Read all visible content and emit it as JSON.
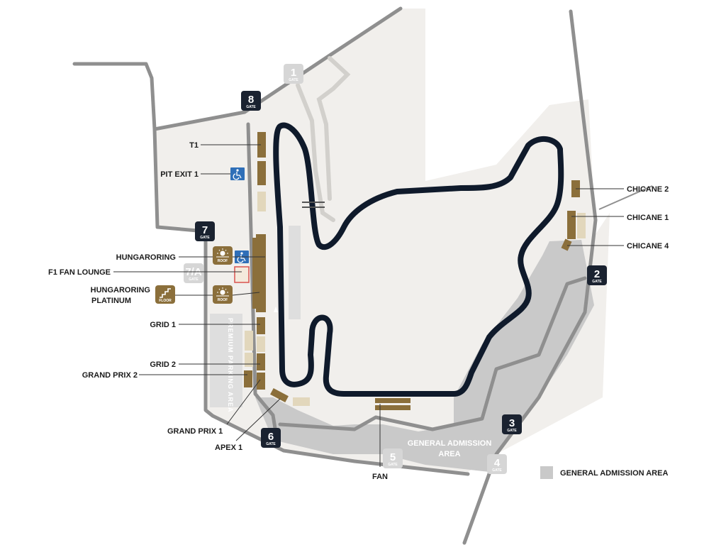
{
  "colors": {
    "ground": "#f1efec",
    "general_admission": "#c9c9c9",
    "road": "#8f8f8f",
    "track": "#0f1a2b",
    "stand": "#8b6f3b",
    "stand_light": "#e2d7bc",
    "gate_dark": "#1a2230",
    "gate_light": "#d6d6d6",
    "accessible": "#2f6fb8",
    "lounge": "#d9534f",
    "parking": "#dedede"
  },
  "gates": [
    {
      "id": "gate-1",
      "number": "1",
      "word": "GATE",
      "style": "light"
    },
    {
      "id": "gate-2",
      "number": "2",
      "word": "GATE",
      "style": "dark"
    },
    {
      "id": "gate-3",
      "number": "3",
      "word": "GATE",
      "style": "dark"
    },
    {
      "id": "gate-4",
      "number": "4",
      "word": "GATE",
      "style": "light"
    },
    {
      "id": "gate-5",
      "number": "5",
      "word": "GATE",
      "style": "light"
    },
    {
      "id": "gate-6",
      "number": "6",
      "word": "GATE",
      "style": "dark"
    },
    {
      "id": "gate-7",
      "number": "7",
      "word": "GATE",
      "style": "dark"
    },
    {
      "id": "gate-7a",
      "number": "7/A",
      "word": "GATE",
      "style": "light"
    },
    {
      "id": "gate-8",
      "number": "8",
      "word": "GATE",
      "style": "dark"
    }
  ],
  "labels": {
    "t1": "T1",
    "pit_exit_1": "PIT EXIT 1",
    "hungaroring": "HUNGARORING",
    "f1_fan_lounge": "F1 FAN LOUNGE",
    "hungaroring_platinum_1": "HUNGARORING",
    "hungaroring_platinum_2": "PLATINUM",
    "grid_1": "GRID 1",
    "grid_2": "GRID 2",
    "grand_prix_2": "GRAND PRIX 2",
    "grand_prix_1": "GRAND PRIX 1",
    "apex_1": "APEX 1",
    "fan": "FAN",
    "chicane_2": "CHICANE 2",
    "chicane_1": "CHICANE 1",
    "chicane_4": "CHICANE 4"
  },
  "areas": {
    "general_admission_1": "GENERAL ADMISSION",
    "general_admission_2": "AREA",
    "premium_parking": "PREMIUM PARKING AREA"
  },
  "icons": {
    "roof_word": "ROOF",
    "floor_word": "FLOOR",
    "accessible_icon": "wheelchair-icon",
    "roof_icon": "sun-roof-icon",
    "floor_icon": "stairs-icon"
  },
  "legend": {
    "general_admission_label": "GENERAL ADMISSION AREA"
  }
}
